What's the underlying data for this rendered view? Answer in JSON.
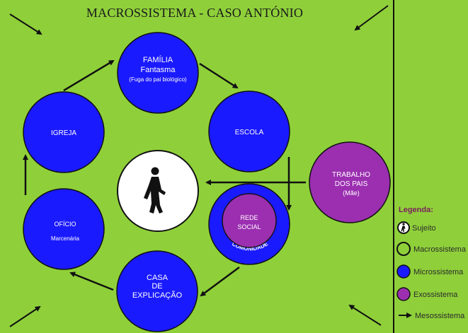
{
  "title": "MACROSSISTEMA - CASO ANTÓNIO",
  "colors": {
    "background": "#8fd03a",
    "microsystem": "#1a1aff",
    "exosystem": "#9b2fb0",
    "subject": "#ffffff",
    "arrow": "#111111"
  },
  "nodes": {
    "familia": {
      "line1": "FAMÍLIA",
      "line2": "Fantasma",
      "line3": "(Fuga do pai biológico)"
    },
    "escola": {
      "label": "ESCOLA"
    },
    "igreja": {
      "label": "IGREJA"
    },
    "oficio": {
      "line1": "OFÍCIO",
      "line2": "Marcenária"
    },
    "casa": {
      "line1": "CASA",
      "line2": "DE",
      "line3": "EXPLICAÇÃO"
    },
    "rede": {
      "line1": "REDE",
      "line2": "SOCIAL"
    },
    "comunidade": {
      "label": "COMUNIDADE"
    },
    "trabalho": {
      "line1": "TRABALHO",
      "line2": "DOS PAIS",
      "line3": "(Mãe)"
    },
    "sujeito": {
      "icon": "person-walking-icon"
    }
  },
  "legend": {
    "title": "Legenda:",
    "items": [
      {
        "label": "Sujeito",
        "type": "subject"
      },
      {
        "label": "Macrossistema",
        "type": "macro"
      },
      {
        "label": "Microssistema",
        "type": "micro"
      },
      {
        "label": "Exossistema",
        "type": "exo"
      },
      {
        "label": "Mesossistema",
        "type": "arrow"
      }
    ]
  }
}
